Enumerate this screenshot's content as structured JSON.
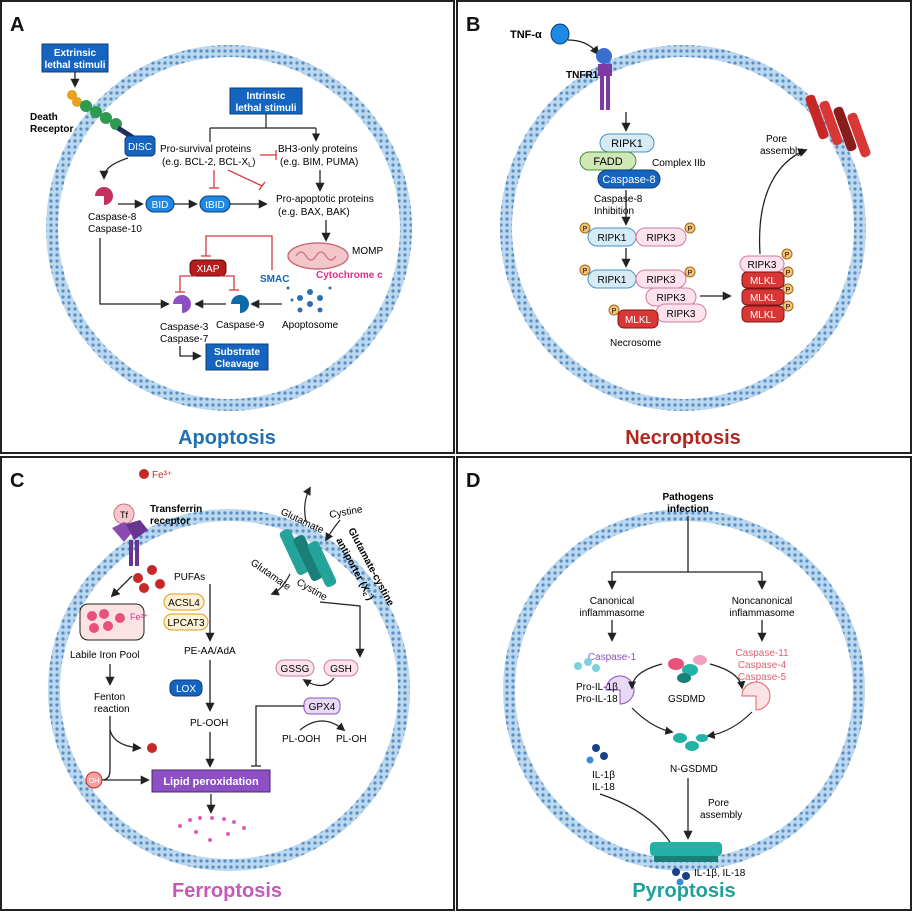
{
  "panels": {
    "a": {
      "letter": "A",
      "title": "Apoptosis",
      "extrinsic": [
        "Extrinsic",
        "lethal stimuli"
      ],
      "intrinsic": [
        "Intrinsic",
        "lethal stimuli"
      ],
      "death_receptor": [
        "Death",
        "Receptor"
      ],
      "disc": "DISC",
      "prosurvival": [
        "Pro-survival proteins",
        "(e.g. BCL-2, BCL-X",
        "L",
        ")"
      ],
      "bh3": [
        "BH3-only proteins",
        "(e.g. BIM, PUMA)"
      ],
      "proapoptotic": [
        "Pro-apoptotic proteins",
        "(e.g. BAX, BAK)"
      ],
      "caspase810": [
        "Caspase-8",
        "Caspase-10"
      ],
      "bid": "BID",
      "tbid": "tBID",
      "momp": "MOMP",
      "xiap": "XIAP",
      "smac": "SMAC",
      "cytochrome": "Cytochrome c",
      "caspase37": [
        "Caspase-3",
        "Caspase-7"
      ],
      "caspase9": "Caspase-9",
      "apoptosome": "Apoptosome",
      "substrate": [
        "Substrate",
        "Cleavage"
      ]
    },
    "b": {
      "letter": "B",
      "title": "Necroptosis",
      "tnfa": "TNF-α",
      "tnfr1": "TNFR1",
      "ripk1": "RIPK1",
      "fadd": "FADD",
      "complex": "Complex IIb",
      "caspase8": "Caspase-8",
      "inhibition": [
        "Caspase-8",
        "Inhibition"
      ],
      "ripk3": "RIPK3",
      "mlkl": "MLKL",
      "necrosome": "Necrosome",
      "pore": [
        "Pore",
        "assembly"
      ],
      "p": "P"
    },
    "c": {
      "letter": "C",
      "title": "Ferroptosis",
      "fe3": "Fe³⁺",
      "tf": "Tf",
      "transferrin": [
        "Transferrin",
        "receptor"
      ],
      "glutamate": "Glutamate",
      "cystine": "Cystine",
      "antiporter": [
        "Glutamate-cystine",
        "antiporter (X",
        "c",
        "-",
        ")"
      ],
      "pufas": "PUFAs",
      "acsl4": "ACSL4",
      "lpcat3": "LPCAT3",
      "fe2": "Fe²⁺",
      "labile": "Labile Iron Pool",
      "peaa": "PE-AA/AdA",
      "lox": "LOX",
      "gssg": "GSSG",
      "gsh": "GSH",
      "gpx4": "GPX4",
      "fenton": [
        "Fenton",
        "reaction"
      ],
      "plooh": "PL-OOH",
      "ploh": "PL-OH",
      "oh": "OH",
      "lipid": "Lipid peroxidation"
    },
    "d": {
      "letter": "D",
      "title": "Pyroptosis",
      "pathogens": [
        "Pathogens",
        "infection"
      ],
      "canonical": [
        "Canonical",
        "inflammasome"
      ],
      "noncanonical": [
        "Noncanonical",
        "inflammasome"
      ],
      "caspase1": "Caspase-1",
      "caspase_nc": [
        "Caspase-11",
        "Caspase-4",
        "Caspase-5"
      ],
      "proil": [
        "Pro-IL-1β",
        "Pro-IL-18"
      ],
      "gsdmd": "GSDMD",
      "il": [
        "IL-1β",
        "IL-18"
      ],
      "ngsdmd": "N-GSDMD",
      "pore": [
        "Pore",
        "assembly"
      ],
      "il_out": "IL-1β, IL-18"
    }
  },
  "colors": {
    "membrane": "#9ec4e6",
    "membrane_dot": "#5a8fc6",
    "apoptosis": "#1f6fb5",
    "necroptosis": "#b3261e",
    "ferroptosis": "#c45ab3",
    "pyroptosis": "#1aa39a",
    "inhibit": "#d63a3a",
    "blue_box": "#1565c0",
    "ripk": "#d7ebf7",
    "mlkl": "#d93636",
    "purple": "#8d4fc4",
    "teal": "#23b3a6"
  }
}
